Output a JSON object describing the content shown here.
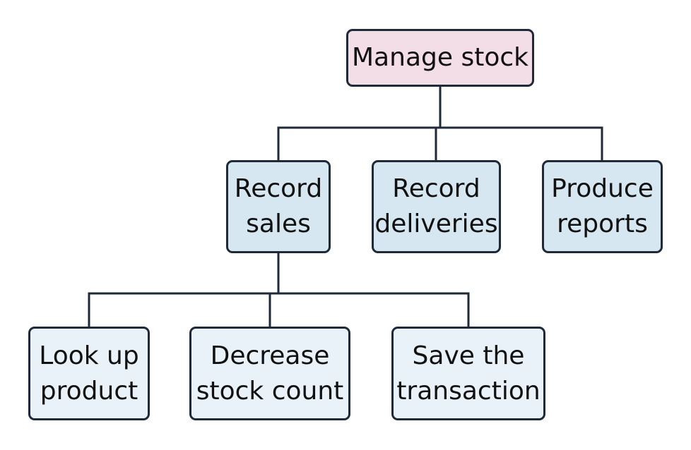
{
  "colors": {
    "root_fill": "#f3dde6",
    "level1_fill": "#d6e7f1",
    "level2_fill": "#e9f2f8",
    "border": "#1f2a38",
    "line": "#1f2a38"
  },
  "root": {
    "lines": [
      "Manage stock"
    ]
  },
  "level1": [
    {
      "lines": [
        "Record",
        "sales"
      ]
    },
    {
      "lines": [
        "Record",
        "deliveries"
      ]
    },
    {
      "lines": [
        "Produce",
        "reports"
      ]
    }
  ],
  "level2": [
    {
      "lines": [
        "Look up",
        "product"
      ]
    },
    {
      "lines": [
        "Decrease",
        "stock count"
      ]
    },
    {
      "lines": [
        "Save the",
        "transaction"
      ]
    }
  ]
}
